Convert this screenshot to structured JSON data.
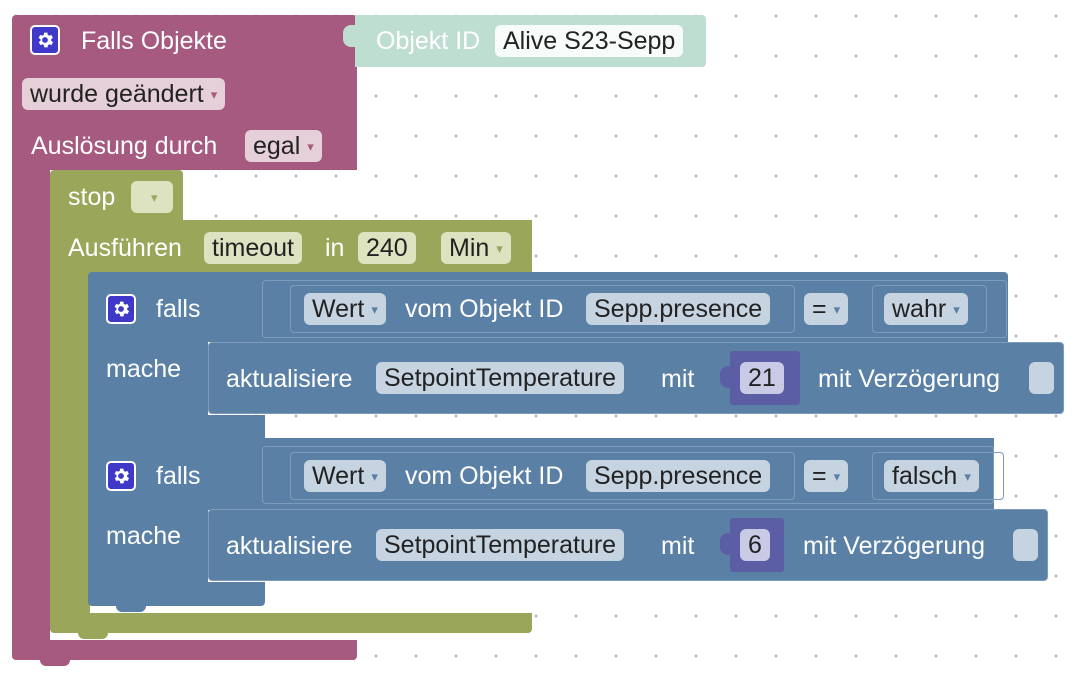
{
  "colors": {
    "event_block": "#a65a7f",
    "timeout_block": "#9aa65a",
    "if_block": "#5b80a5",
    "object_block": "#bfded2",
    "number_block": "#5b5ea5",
    "field_purple": "#e5cfd9",
    "field_olive": "#dde2c1",
    "field_blue": "#c6d3e1"
  },
  "event": {
    "title": "Falls Objekte",
    "trigger_dropdown": "wurde geändert",
    "trigger_by_label": "Auslösung durch",
    "trigger_by_dropdown": "egal",
    "settings_icon": "gear-icon"
  },
  "object": {
    "label": "Objekt ID",
    "value": "Alive S23-Sepp"
  },
  "stop": {
    "label": "stop",
    "dropdown": ""
  },
  "timeout": {
    "label": "Ausführen",
    "name": "timeout",
    "in_label": "in",
    "value": "240",
    "unit": "Min"
  },
  "conditions": [
    {
      "if_label": "falls",
      "do_label": "mache",
      "settings_icon": "gear-icon",
      "attribute": "Wert",
      "of_object_label": "vom Objekt ID",
      "object_id": "Sepp.presence",
      "operator": "=",
      "compare_value": "wahr",
      "action_label": "aktualisiere",
      "action_target": "SetpointTemperature",
      "with_label": "mit",
      "number": "21",
      "delay_label": "mit Verzögerung"
    },
    {
      "if_label": "falls",
      "do_label": "mache",
      "settings_icon": "gear-icon",
      "attribute": "Wert",
      "of_object_label": "vom Objekt ID",
      "object_id": "Sepp.presence",
      "operator": "=",
      "compare_value": "falsch",
      "action_label": "aktualisiere",
      "action_target": "SetpointTemperature",
      "with_label": "mit",
      "number": "6",
      "delay_label": "mit Verzögerung"
    }
  ]
}
